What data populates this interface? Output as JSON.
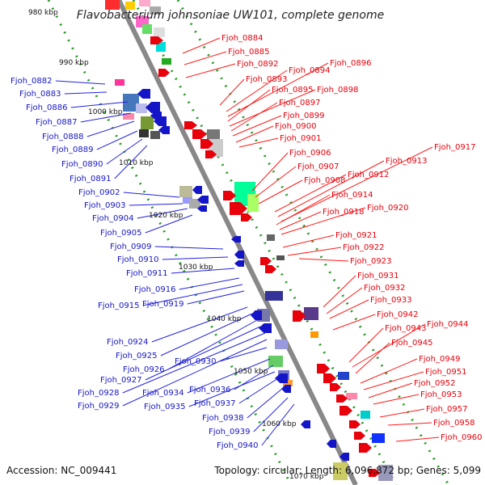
{
  "header": {
    "title": "Flavobacterium johnsoniae UW101, complete genome"
  },
  "footer": {
    "accession": "Accession: NC_009441",
    "summary": "Topology: circular; Length: 6,096,872 bp; Genes: 5,099"
  },
  "map": {
    "kbp_marks": [
      "980 kbp",
      "990 kbp",
      "1000 kbp",
      "1010 kbp",
      "1020 kbp",
      "1030 kbp",
      "1040 kbp",
      "1050 kbp",
      "1060 kbp",
      "1070 kbp"
    ],
    "forward_genes": [
      "Fjoh_0884",
      "Fjoh_0885",
      "Fjoh_0892",
      "Fjoh_0893",
      "Fjoh_0894",
      "Fjoh_0896",
      "Fjoh_0895",
      "Fjoh_0898",
      "Fjoh_0897",
      "Fjoh_0899",
      "Fjoh_0900",
      "Fjoh_0901",
      "Fjoh_0906",
      "Fjoh_0907",
      "Fjoh_0908",
      "Fjoh_0912",
      "Fjoh_0913",
      "Fjoh_0917",
      "Fjoh_0914",
      "Fjoh_0918",
      "Fjoh_0920",
      "Fjoh_0921",
      "Fjoh_0922",
      "Fjoh_0923",
      "Fjoh_0931",
      "Fjoh_0932",
      "Fjoh_0933",
      "Fjoh_0942",
      "Fjoh_0943",
      "Fjoh_0944",
      "Fjoh_0945",
      "Fjoh_0949",
      "Fjoh_0951",
      "Fjoh_0952",
      "Fjoh_0953",
      "Fjoh_0957",
      "Fjoh_0958",
      "Fjoh_0960"
    ],
    "reverse_genes": [
      "Fjoh_0882",
      "Fjoh_0883",
      "Fjoh_0886",
      "Fjoh_0887",
      "Fjoh_0888",
      "Fjoh_0889",
      "Fjoh_0890",
      "Fjoh_0891",
      "Fjoh_0902",
      "Fjoh_0903",
      "Fjoh_0904",
      "Fjoh_0905",
      "Fjoh_0909",
      "Fjoh_0910",
      "Fjoh_0911",
      "Fjoh_0916",
      "Fjoh_0915",
      "Fjoh_0919",
      "Fjoh_0924",
      "Fjoh_0925",
      "Fjoh_0926",
      "Fjoh_0930",
      "Fjoh_0927",
      "Fjoh_0928",
      "Fjoh_0929",
      "Fjoh_0934",
      "Fjoh_0936",
      "Fjoh_0935",
      "Fjoh_0937",
      "Fjoh_0938",
      "Fjoh_0939",
      "Fjoh_0940"
    ],
    "colors": {
      "forward": "#e8000b",
      "reverse": "#1515c8",
      "backbone": "#888888",
      "tick": "#2a9a2a"
    }
  }
}
